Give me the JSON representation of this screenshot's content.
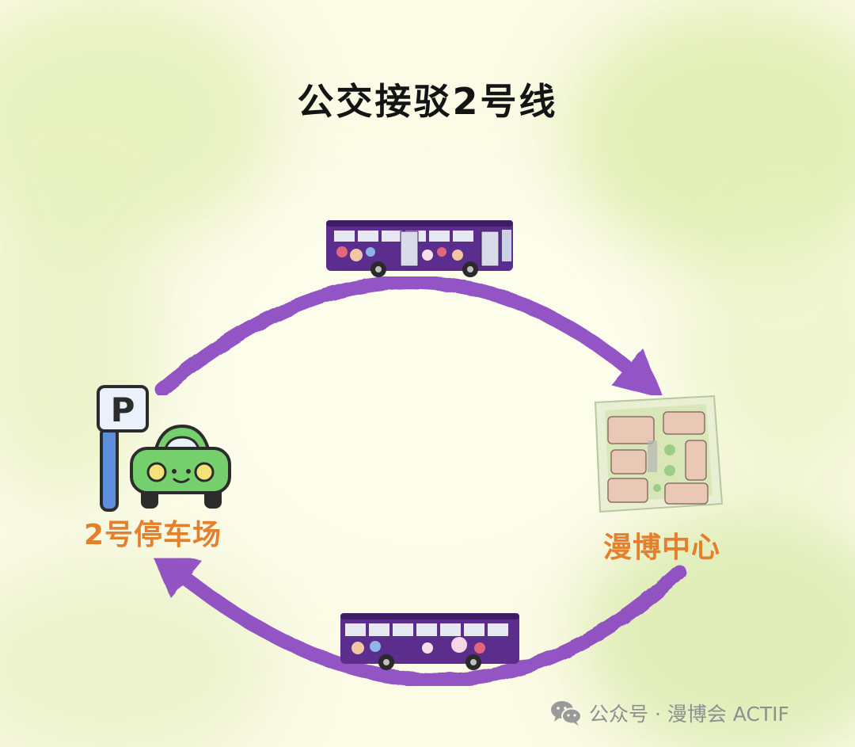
{
  "title": "公交接驳2号线",
  "stations": {
    "parking": "2号停车场",
    "center": "漫博中心"
  },
  "parking_sign": "P",
  "footer": {
    "icon": "wechat-icon",
    "text": "公众号 · 漫博会 ACTIF"
  },
  "colors": {
    "background": "#fbfbe6",
    "arrow": "#8a45c2",
    "bus_body": "#5b2d8c",
    "car": "#74cf6c",
    "sign_pole": "#5d8ee0",
    "label": "#e57f2c",
    "title": "#141414"
  }
}
